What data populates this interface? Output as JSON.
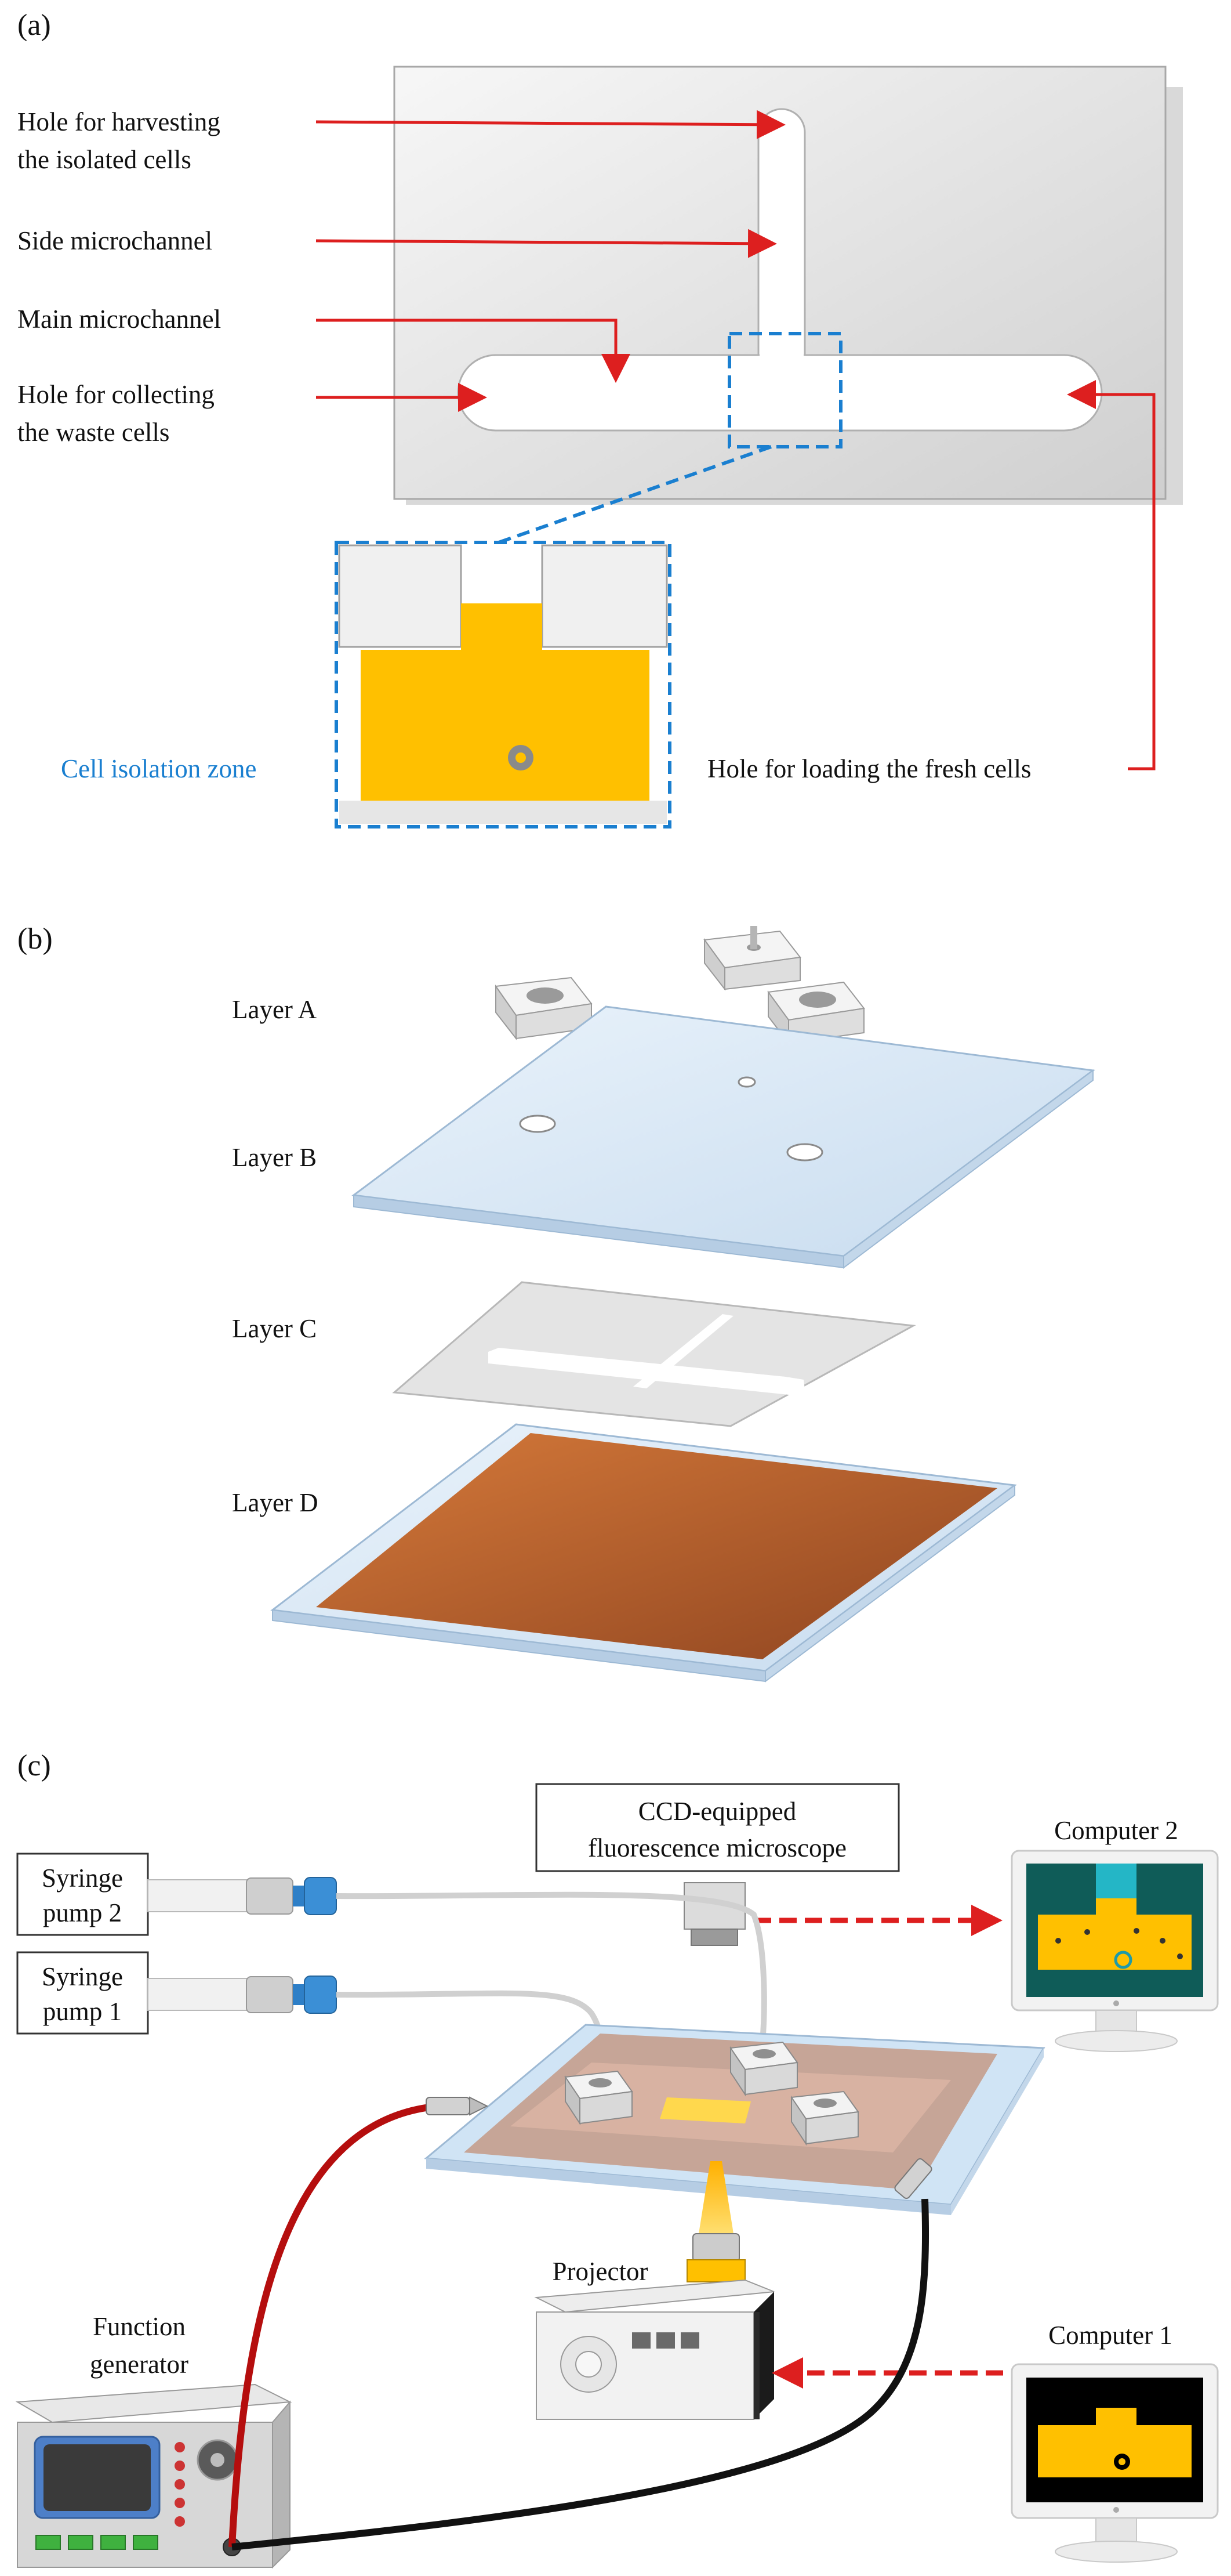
{
  "panel_a": {
    "label": "(a)",
    "callouts": {
      "harvest_line1": "Hole for harvesting",
      "harvest_line2": "the isolated cells",
      "side": "Side microchannel",
      "main": "Main microchannel",
      "waste_line1": "Hole for collecting",
      "waste_line2": "the waste cells",
      "zone": "Cell isolation zone",
      "loading": "Hole for loading the fresh cells"
    }
  },
  "panel_b": {
    "label": "(b)",
    "layers": [
      "Layer A",
      "Layer B",
      "Layer C",
      "Layer D"
    ]
  },
  "panel_c": {
    "label": "(c)",
    "microscope_line1": "CCD-equipped",
    "microscope_line2": "fluorescence microscope",
    "computer2": "Computer 2",
    "computer1": "Computer 1",
    "pump2_line1": "Syringe",
    "pump2_line2": "pump 2",
    "pump1_line1": "Syringe",
    "pump1_line2": "pump 1",
    "projector": "Projector",
    "generator_line1": "Function",
    "generator_line2": "generator"
  },
  "colors": {
    "arrow_red": "#dd1f1f",
    "zone_blue": "#1a7fd0",
    "chamber_yellow": "#ffc000",
    "electrode_brown": "#b65a28",
    "glass_blue": "#d5e6f5"
  }
}
